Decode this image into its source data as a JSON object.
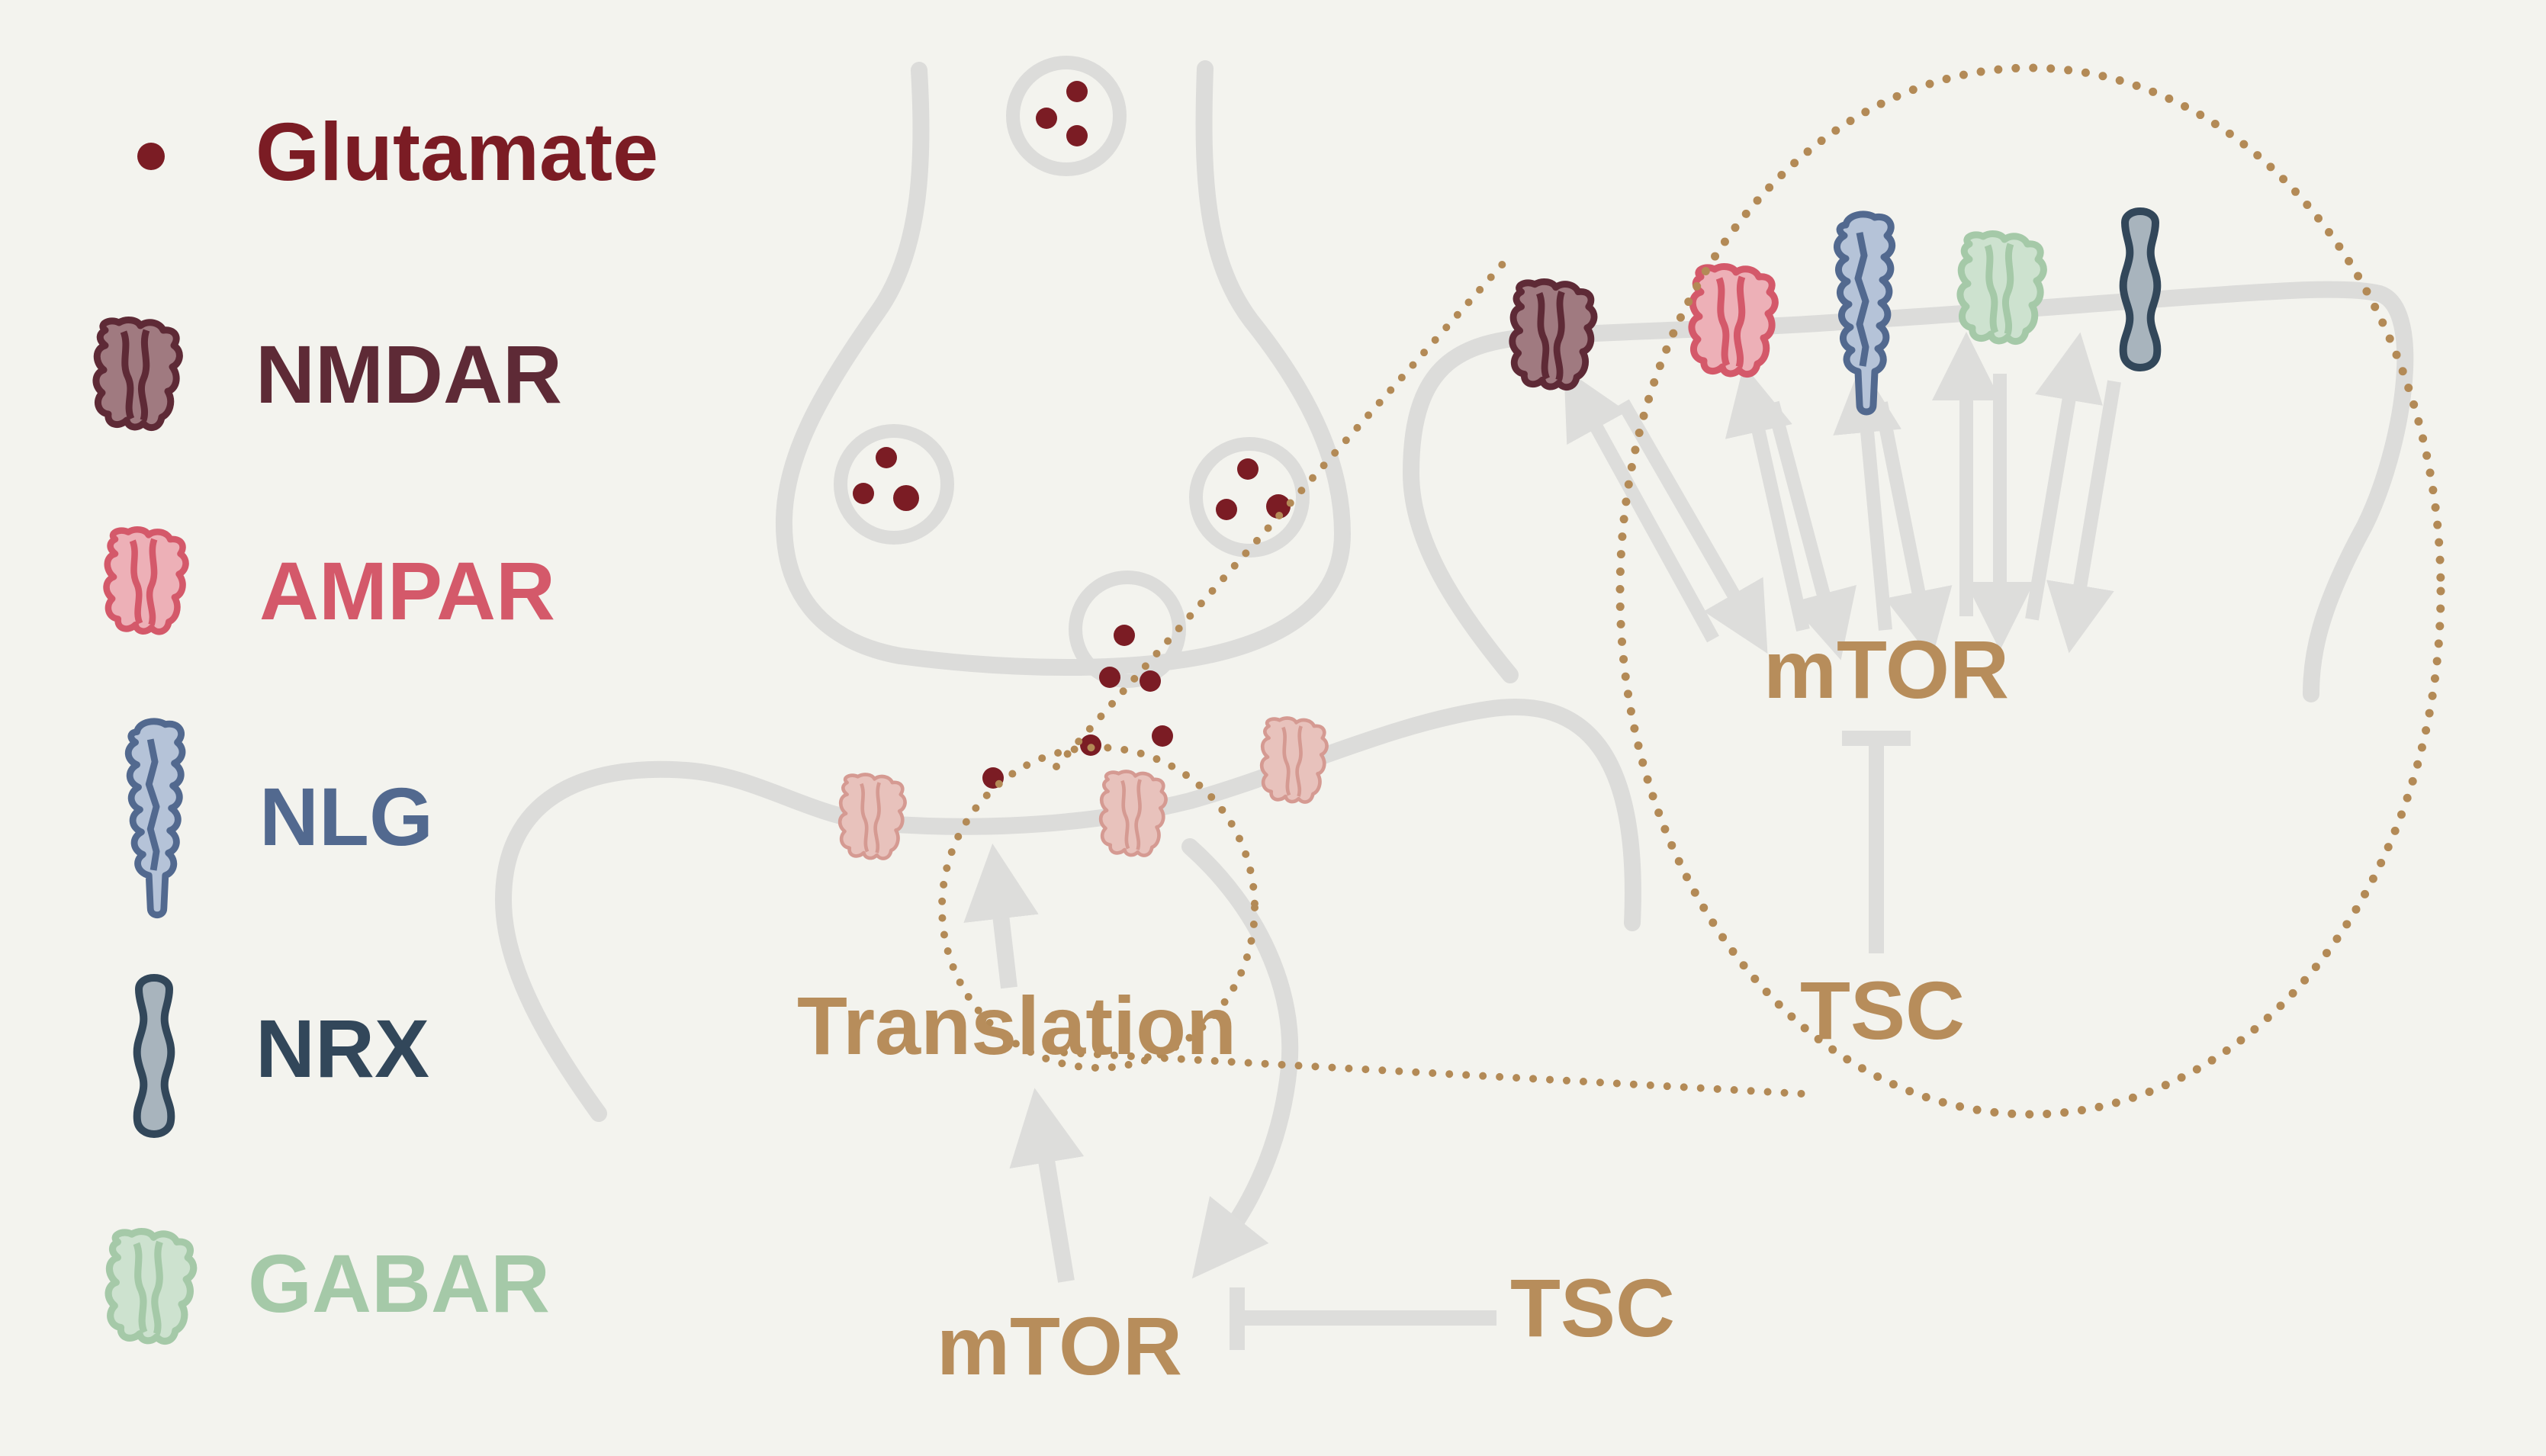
{
  "legend": {
    "glutamate": "Glutamate",
    "nmdar": "NMDAR",
    "ampar": "AMPAR",
    "nlg": "NLG",
    "nrx": "NRX",
    "gabar": "GABAR"
  },
  "pathway": {
    "translation": "Translation",
    "mtor_bottom": "mTOR",
    "tsc_bottom": "TSC",
    "mtor_zoom": "mTOR",
    "tsc_zoom": "TSC"
  },
  "colors": {
    "background": "#f3f3ee",
    "glutamate": "#7b1c24",
    "nmdar": "#5e2a36",
    "ampar": "#d4596a",
    "nlg": "#52698f",
    "nrx": "#32475a",
    "gabar": "#a5c9a8",
    "pathway_text": "#b78d5b",
    "membrane": "#dcdcda",
    "arrow": "#dddddb",
    "dotted_outline": "#b38a56"
  }
}
